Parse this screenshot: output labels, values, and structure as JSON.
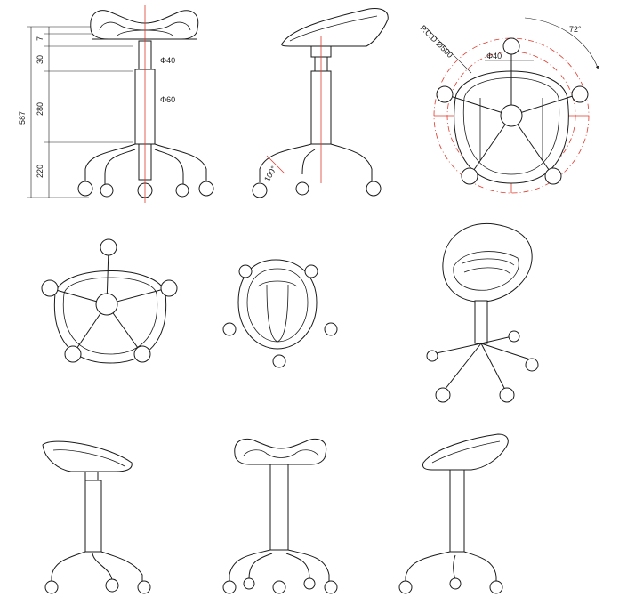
{
  "dimensions": {
    "total_height": "587",
    "seat_thickness": "7",
    "upper_section": "30",
    "column_section": "280",
    "base_section": "220",
    "upper_tube_diameter": "Φ40",
    "column_diameter": "Φ60",
    "caster_angle": "100°",
    "pcd": "P.C.D Ø500",
    "leg_angle": "72°",
    "top_tube_diameter": "Φ40"
  },
  "colors": {
    "line": "#1a1a1a",
    "centerline": "#e0392b",
    "background": "#ffffff"
  }
}
